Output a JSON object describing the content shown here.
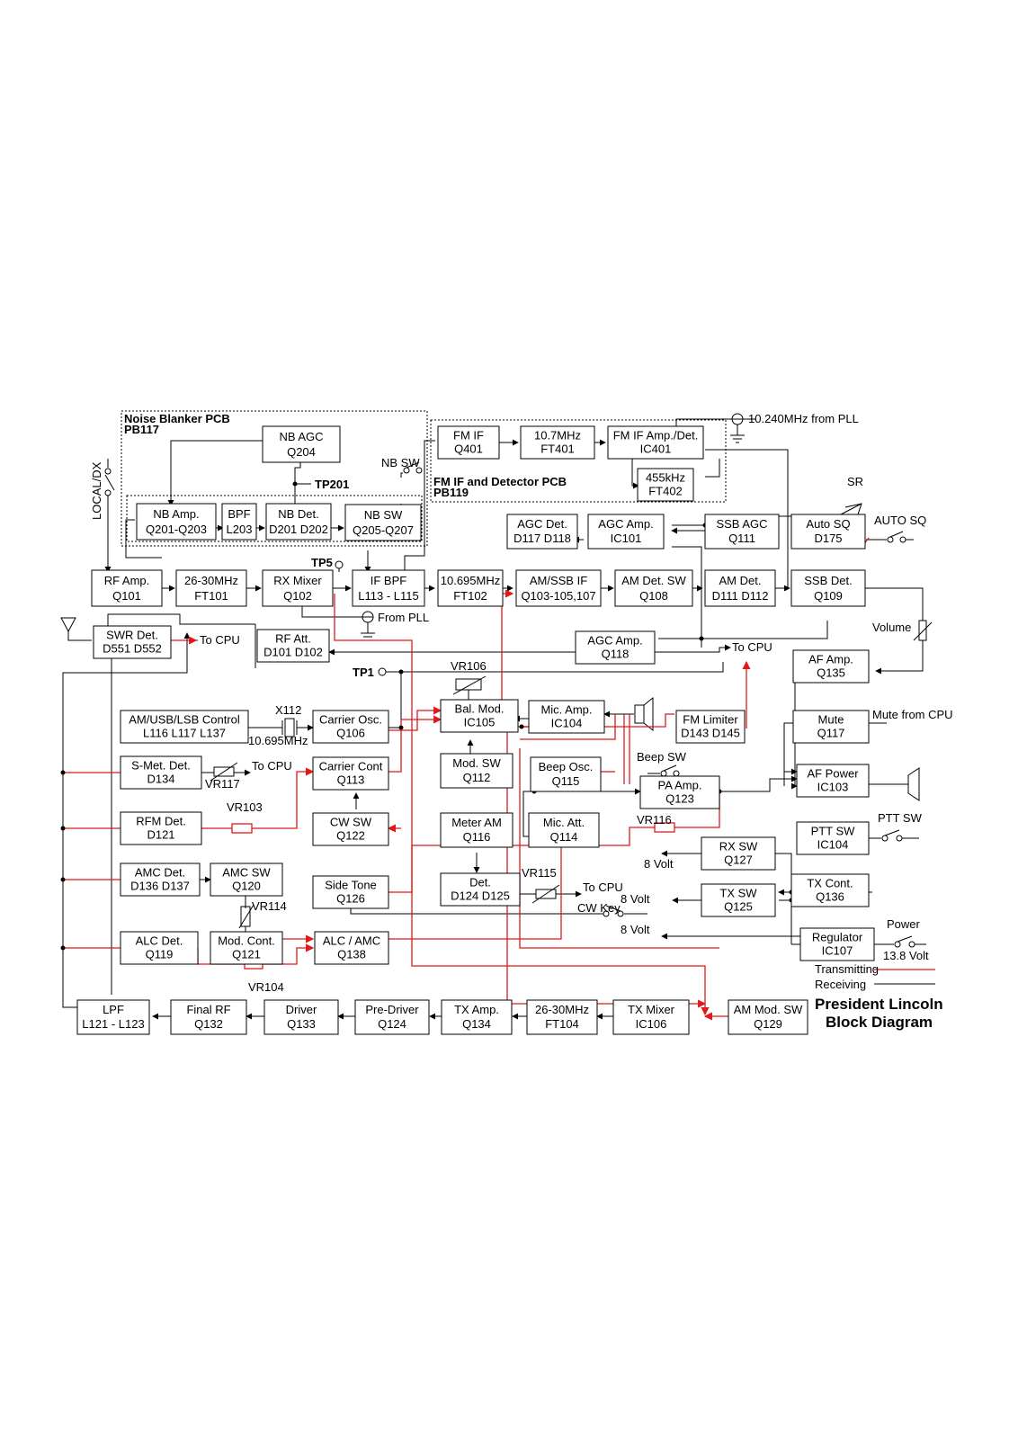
{
  "title": "President Lincoln",
  "subtitle": "Block Diagram",
  "colors": {
    "transmitting": "#e0191b",
    "receiving": "#000000"
  },
  "legend": {
    "transmitting": "Transmitting",
    "receiving": "Receiving"
  },
  "pcbs": [
    {
      "id": "nb",
      "name": "Noise Blanker PCB",
      "code": "PB117"
    },
    {
      "id": "fm",
      "name": "FM IF and Detector PCB",
      "code": "PB119"
    }
  ],
  "blocks": [
    {
      "id": "nb_agc",
      "l1": "NB AGC",
      "l2": "Q204"
    },
    {
      "id": "nb_amp",
      "l1": "NB Amp.",
      "l2": "Q201-Q203"
    },
    {
      "id": "bpf_nb",
      "l1": "BPF",
      "l2": "L203"
    },
    {
      "id": "nb_det",
      "l1": "NB Det.",
      "l2": "D201 D202"
    },
    {
      "id": "nb_sw",
      "l1": "NB SW",
      "l2": "Q205-Q207"
    },
    {
      "id": "fm_if",
      "l1": "FM IF",
      "l2": "Q401"
    },
    {
      "id": "f107",
      "l1": "10.7MHz",
      "l2": "FT401"
    },
    {
      "id": "fm_amp_det",
      "l1": "FM IF Amp./Det.",
      "l2": "IC401"
    },
    {
      "id": "f455",
      "l1": "455kHz",
      "l2": "FT402"
    },
    {
      "id": "agc_det",
      "l1": "AGC Det.",
      "l2": "D117 D118"
    },
    {
      "id": "agc_amp1",
      "l1": "AGC Amp.",
      "l2": "IC101"
    },
    {
      "id": "ssb_agc",
      "l1": "SSB AGC",
      "l2": "Q111"
    },
    {
      "id": "auto_sq",
      "l1": "Auto SQ",
      "l2": "D175"
    },
    {
      "id": "rf_amp",
      "l1": "RF Amp.",
      "l2": "Q101"
    },
    {
      "id": "ft101",
      "l1": "26-30MHz",
      "l2": "FT101"
    },
    {
      "id": "rx_mixer",
      "l1": "RX Mixer",
      "l2": "Q102"
    },
    {
      "id": "if_bpf",
      "l1": "IF BPF",
      "l2": "L113 - L115"
    },
    {
      "id": "ft102",
      "l1": "10.695MHz",
      "l2": "FT102"
    },
    {
      "id": "am_ssb_if",
      "l1": "AM/SSB IF",
      "l2": "Q103-105,107"
    },
    {
      "id": "am_det_sw",
      "l1": "AM Det. SW",
      "l2": "Q108"
    },
    {
      "id": "am_det",
      "l1": "AM Det.",
      "l2": "D111 D112"
    },
    {
      "id": "ssb_det",
      "l1": "SSB Det.",
      "l2": "Q109"
    },
    {
      "id": "swr_det",
      "l1": "SWR Det.",
      "l2": "D551 D552"
    },
    {
      "id": "rf_att",
      "l1": "RF Att.",
      "l2": "D101 D102"
    },
    {
      "id": "agc_amp2",
      "l1": "AGC Amp.",
      "l2": "Q118"
    },
    {
      "id": "af_amp",
      "l1": "AF Amp.",
      "l2": "Q135"
    },
    {
      "id": "am_usb_lsb",
      "l1": "AM/USB/LSB Control",
      "l2": "L116 L117 L137"
    },
    {
      "id": "carrier_osc",
      "l1": "Carrier Osc.",
      "l2": "Q106"
    },
    {
      "id": "bal_mod",
      "l1": "Bal. Mod.",
      "l2": "IC105"
    },
    {
      "id": "mic_amp",
      "l1": "Mic. Amp.",
      "l2": "IC104"
    },
    {
      "id": "fm_limiter",
      "l1": "FM Limiter",
      "l2": "D143 D145"
    },
    {
      "id": "mute",
      "l1": "Mute",
      "l2": "Q117"
    },
    {
      "id": "s_met",
      "l1": "S-Met. Det.",
      "l2": "D134"
    },
    {
      "id": "carrier_cont",
      "l1": "Carrier Cont",
      "l2": "Q113"
    },
    {
      "id": "mod_sw",
      "l1": "Mod. SW",
      "l2": "Q112"
    },
    {
      "id": "beep_osc",
      "l1": "Beep Osc.",
      "l2": "Q115"
    },
    {
      "id": "af_power",
      "l1": "AF Power",
      "l2": "IC103"
    },
    {
      "id": "pa_amp",
      "l1": "PA Amp.",
      "l2": "Q123"
    },
    {
      "id": "rfm_det",
      "l1": "RFM Det.",
      "l2": "D121"
    },
    {
      "id": "cw_sw",
      "l1": "CW SW",
      "l2": "Q122"
    },
    {
      "id": "meter_am",
      "l1": "Meter AM",
      "l2": "Q116"
    },
    {
      "id": "mic_att",
      "l1": "Mic. Att.",
      "l2": "Q114"
    },
    {
      "id": "ptt_sw",
      "l1": "PTT SW",
      "l2": "IC104"
    },
    {
      "id": "rx_sw",
      "l1": "RX SW",
      "l2": "Q127"
    },
    {
      "id": "amc_det",
      "l1": "AMC Det.",
      "l2": "D136 D137"
    },
    {
      "id": "amc_sw",
      "l1": "AMC SW",
      "l2": "Q120"
    },
    {
      "id": "side_tone",
      "l1": "Side Tone",
      "l2": "Q126"
    },
    {
      "id": "det",
      "l1": "Det.",
      "l2": "D124 D125"
    },
    {
      "id": "tx_cont",
      "l1": "TX Cont.",
      "l2": "Q136"
    },
    {
      "id": "tx_sw",
      "l1": "TX SW",
      "l2": "Q125"
    },
    {
      "id": "alc_det",
      "l1": "ALC Det.",
      "l2": "Q119"
    },
    {
      "id": "mod_cont",
      "l1": "Mod. Cont.",
      "l2": "Q121"
    },
    {
      "id": "alc_amc",
      "l1": "ALC / AMC",
      "l2": "Q138"
    },
    {
      "id": "regulator",
      "l1": "Regulator",
      "l2": "IC107"
    },
    {
      "id": "lpf",
      "l1": "LPF",
      "l2": "L121 - L123"
    },
    {
      "id": "final_rf",
      "l1": "Final RF",
      "l2": "Q132"
    },
    {
      "id": "driver",
      "l1": "Driver",
      "l2": "Q133"
    },
    {
      "id": "pre_driver",
      "l1": "Pre-Driver",
      "l2": "Q124"
    },
    {
      "id": "tx_amp",
      "l1": "TX Amp.",
      "l2": "Q134"
    },
    {
      "id": "ft104",
      "l1": "26-30MHz",
      "l2": "FT104"
    },
    {
      "id": "tx_mixer",
      "l1": "TX Mixer",
      "l2": "IC106"
    },
    {
      "id": "am_mod_sw",
      "l1": "AM Mod. SW",
      "l2": "Q129"
    }
  ],
  "labels": [
    {
      "id": "pll_1024",
      "t": "10.240MHz from PLL"
    },
    {
      "id": "tp201",
      "t": "TP201",
      "bold": true
    },
    {
      "id": "nb_sw_lbl",
      "t": "NB SW"
    },
    {
      "id": "local_dx",
      "t": "LOCAL/DX"
    },
    {
      "id": "sr",
      "t": "SR"
    },
    {
      "id": "auto_sq_lbl",
      "t": "AUTO SQ"
    },
    {
      "id": "tp5",
      "t": "TP5",
      "bold": true
    },
    {
      "id": "from_pll",
      "t": "From PLL"
    },
    {
      "id": "to_cpu1",
      "t": "To CPU"
    },
    {
      "id": "volume",
      "t": "Volume"
    },
    {
      "id": "to_cpu2",
      "t": "To CPU"
    },
    {
      "id": "tp1",
      "t": "TP1",
      "bold": true
    },
    {
      "id": "vr106",
      "t": "VR106"
    },
    {
      "id": "x112",
      "t": "X112"
    },
    {
      "id": "f10695",
      "t": "10.695MHz"
    },
    {
      "id": "mute_cpu",
      "t": "Mute from CPU"
    },
    {
      "id": "to_cpu3",
      "t": "To CPU"
    },
    {
      "id": "vr117",
      "t": "VR117"
    },
    {
      "id": "beep_sw",
      "t": "Beep SW"
    },
    {
      "id": "vr103",
      "t": "VR103"
    },
    {
      "id": "vr116",
      "t": "VR116"
    },
    {
      "id": "ptt_sw_lbl",
      "t": "PTT SW"
    },
    {
      "id": "v8_1",
      "t": "8 Volt"
    },
    {
      "id": "vr115",
      "t": "VR115"
    },
    {
      "id": "to_cpu4",
      "t": "To CPU"
    },
    {
      "id": "v8_2",
      "t": "8 Volt"
    },
    {
      "id": "vr114",
      "t": "VR114"
    },
    {
      "id": "cw_key",
      "t": "CW Key"
    },
    {
      "id": "v8_3",
      "t": "8 Volt"
    },
    {
      "id": "power",
      "t": "Power"
    },
    {
      "id": "v138",
      "t": "13.8 Volt"
    },
    {
      "id": "vr104",
      "t": "VR104"
    }
  ]
}
